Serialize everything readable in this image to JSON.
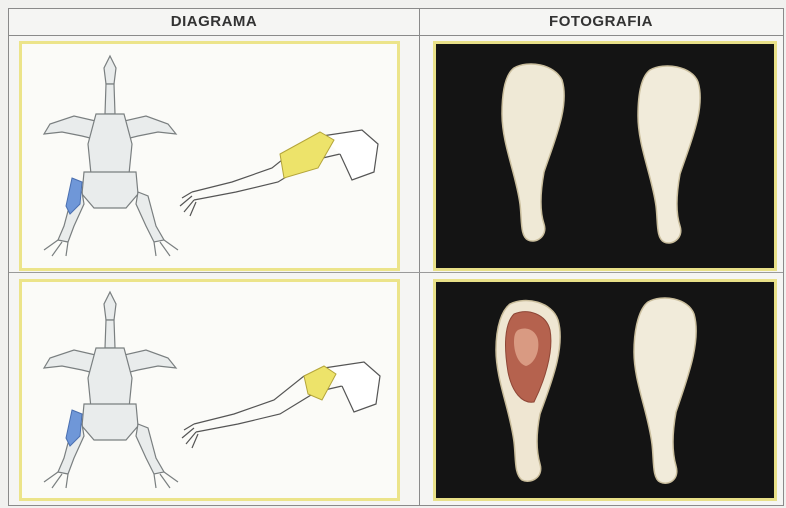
{
  "headers": {
    "diagram": "DIAGRAMA",
    "photo": "FOTOGRAFIA"
  },
  "colors": {
    "highlight_blue": "#6f97d8",
    "highlight_yellow": "#ede36a",
    "border_yellow": "#ece48a",
    "photo_background": "#141414"
  },
  "rows": [
    {
      "diagram": "skeleton-with-femur-highlight",
      "photo": "two-raw-drumsticks"
    },
    {
      "diagram": "skeleton-with-femur-highlight",
      "photo": "drumstick-with-red-meat-and-raw-drumstick"
    }
  ]
}
